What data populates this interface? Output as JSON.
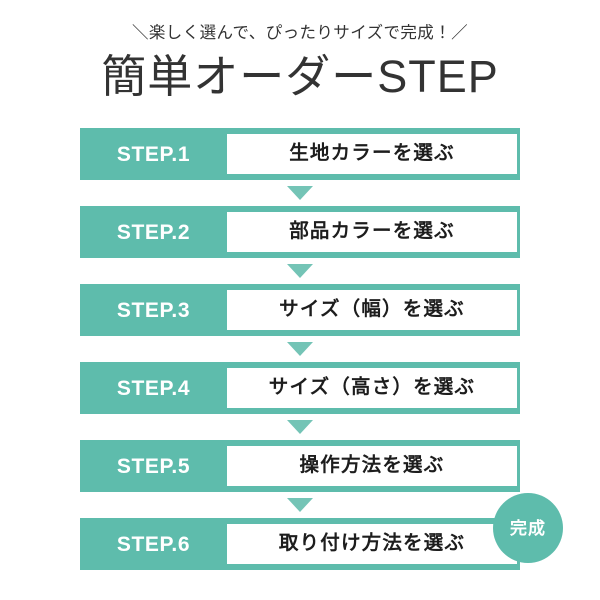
{
  "header": {
    "subtitle": "＼楽しく選んで、ぴったりサイズで完成！／",
    "title": "簡単オーダーSTEP"
  },
  "colors": {
    "teal": "#5ebcac",
    "arrow_teal": "#74c4b6",
    "text_dark": "#333333",
    "box_text": "#1d1d1d",
    "white": "#ffffff"
  },
  "steps": [
    {
      "label": "STEP.1",
      "text": "生地カラーを選ぶ"
    },
    {
      "label": "STEP.2",
      "text": "部品カラーを選ぶ"
    },
    {
      "label": "STEP.3",
      "text": "サイズ（幅）を選ぶ"
    },
    {
      "label": "STEP.4",
      "text": "サイズ（高さ）を選ぶ"
    },
    {
      "label": "STEP.5",
      "text": "操作方法を選ぶ"
    },
    {
      "label": "STEP.6",
      "text": "取り付け方法を選ぶ"
    }
  ],
  "badge": {
    "text": "完成"
  }
}
